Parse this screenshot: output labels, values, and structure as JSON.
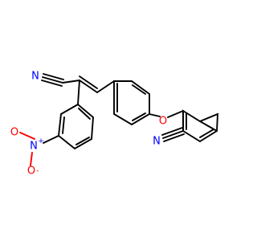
{
  "atoms": {
    "nitrile_1": "N",
    "nitrile_2": "N",
    "nitro_n": "N",
    "nitro_o1": "O",
    "nitro_o2": "O",
    "ether_o": "O",
    "nitro_n_charge": "+",
    "nitro_o_charge": "-"
  },
  "colors": {
    "nitrogen": "#0000ff",
    "oxygen": "#ff0000",
    "bond": "#000000"
  }
}
